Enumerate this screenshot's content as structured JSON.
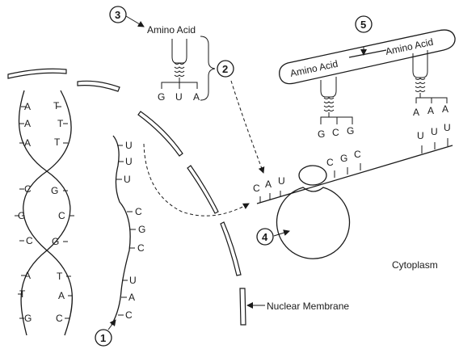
{
  "labels": {
    "amino_acid_top": "Amino Acid",
    "amino_acid_left": "Amino Acid",
    "amino_acid_right": "Amino Acid",
    "cytoplasm": "Cytoplasm",
    "nuclear_membrane": "Nuclear Membrane"
  },
  "callouts": [
    "1",
    "2",
    "3",
    "4",
    "5"
  ],
  "dna": {
    "left_strand": [
      "A",
      "A",
      "A",
      "C",
      "G",
      "C",
      "A",
      "T",
      "G"
    ],
    "right_strand": [
      "T",
      "T",
      "T",
      "G",
      "C",
      "G",
      "T",
      "A",
      "C"
    ]
  },
  "mrna_nucleus": [
    "U",
    "U",
    "U",
    "C",
    "G",
    "C",
    "U",
    "A",
    "C"
  ],
  "trna_free_anticodon": [
    "G",
    "U",
    "A"
  ],
  "trna_left_anticodon": [
    "G",
    "C",
    "G"
  ],
  "trna_right_anticodon": [
    "A",
    "A",
    "A"
  ],
  "mrna_ribosome": [
    "C",
    "A",
    "U",
    "C",
    "G",
    "C",
    "U",
    "U",
    "U"
  ]
}
